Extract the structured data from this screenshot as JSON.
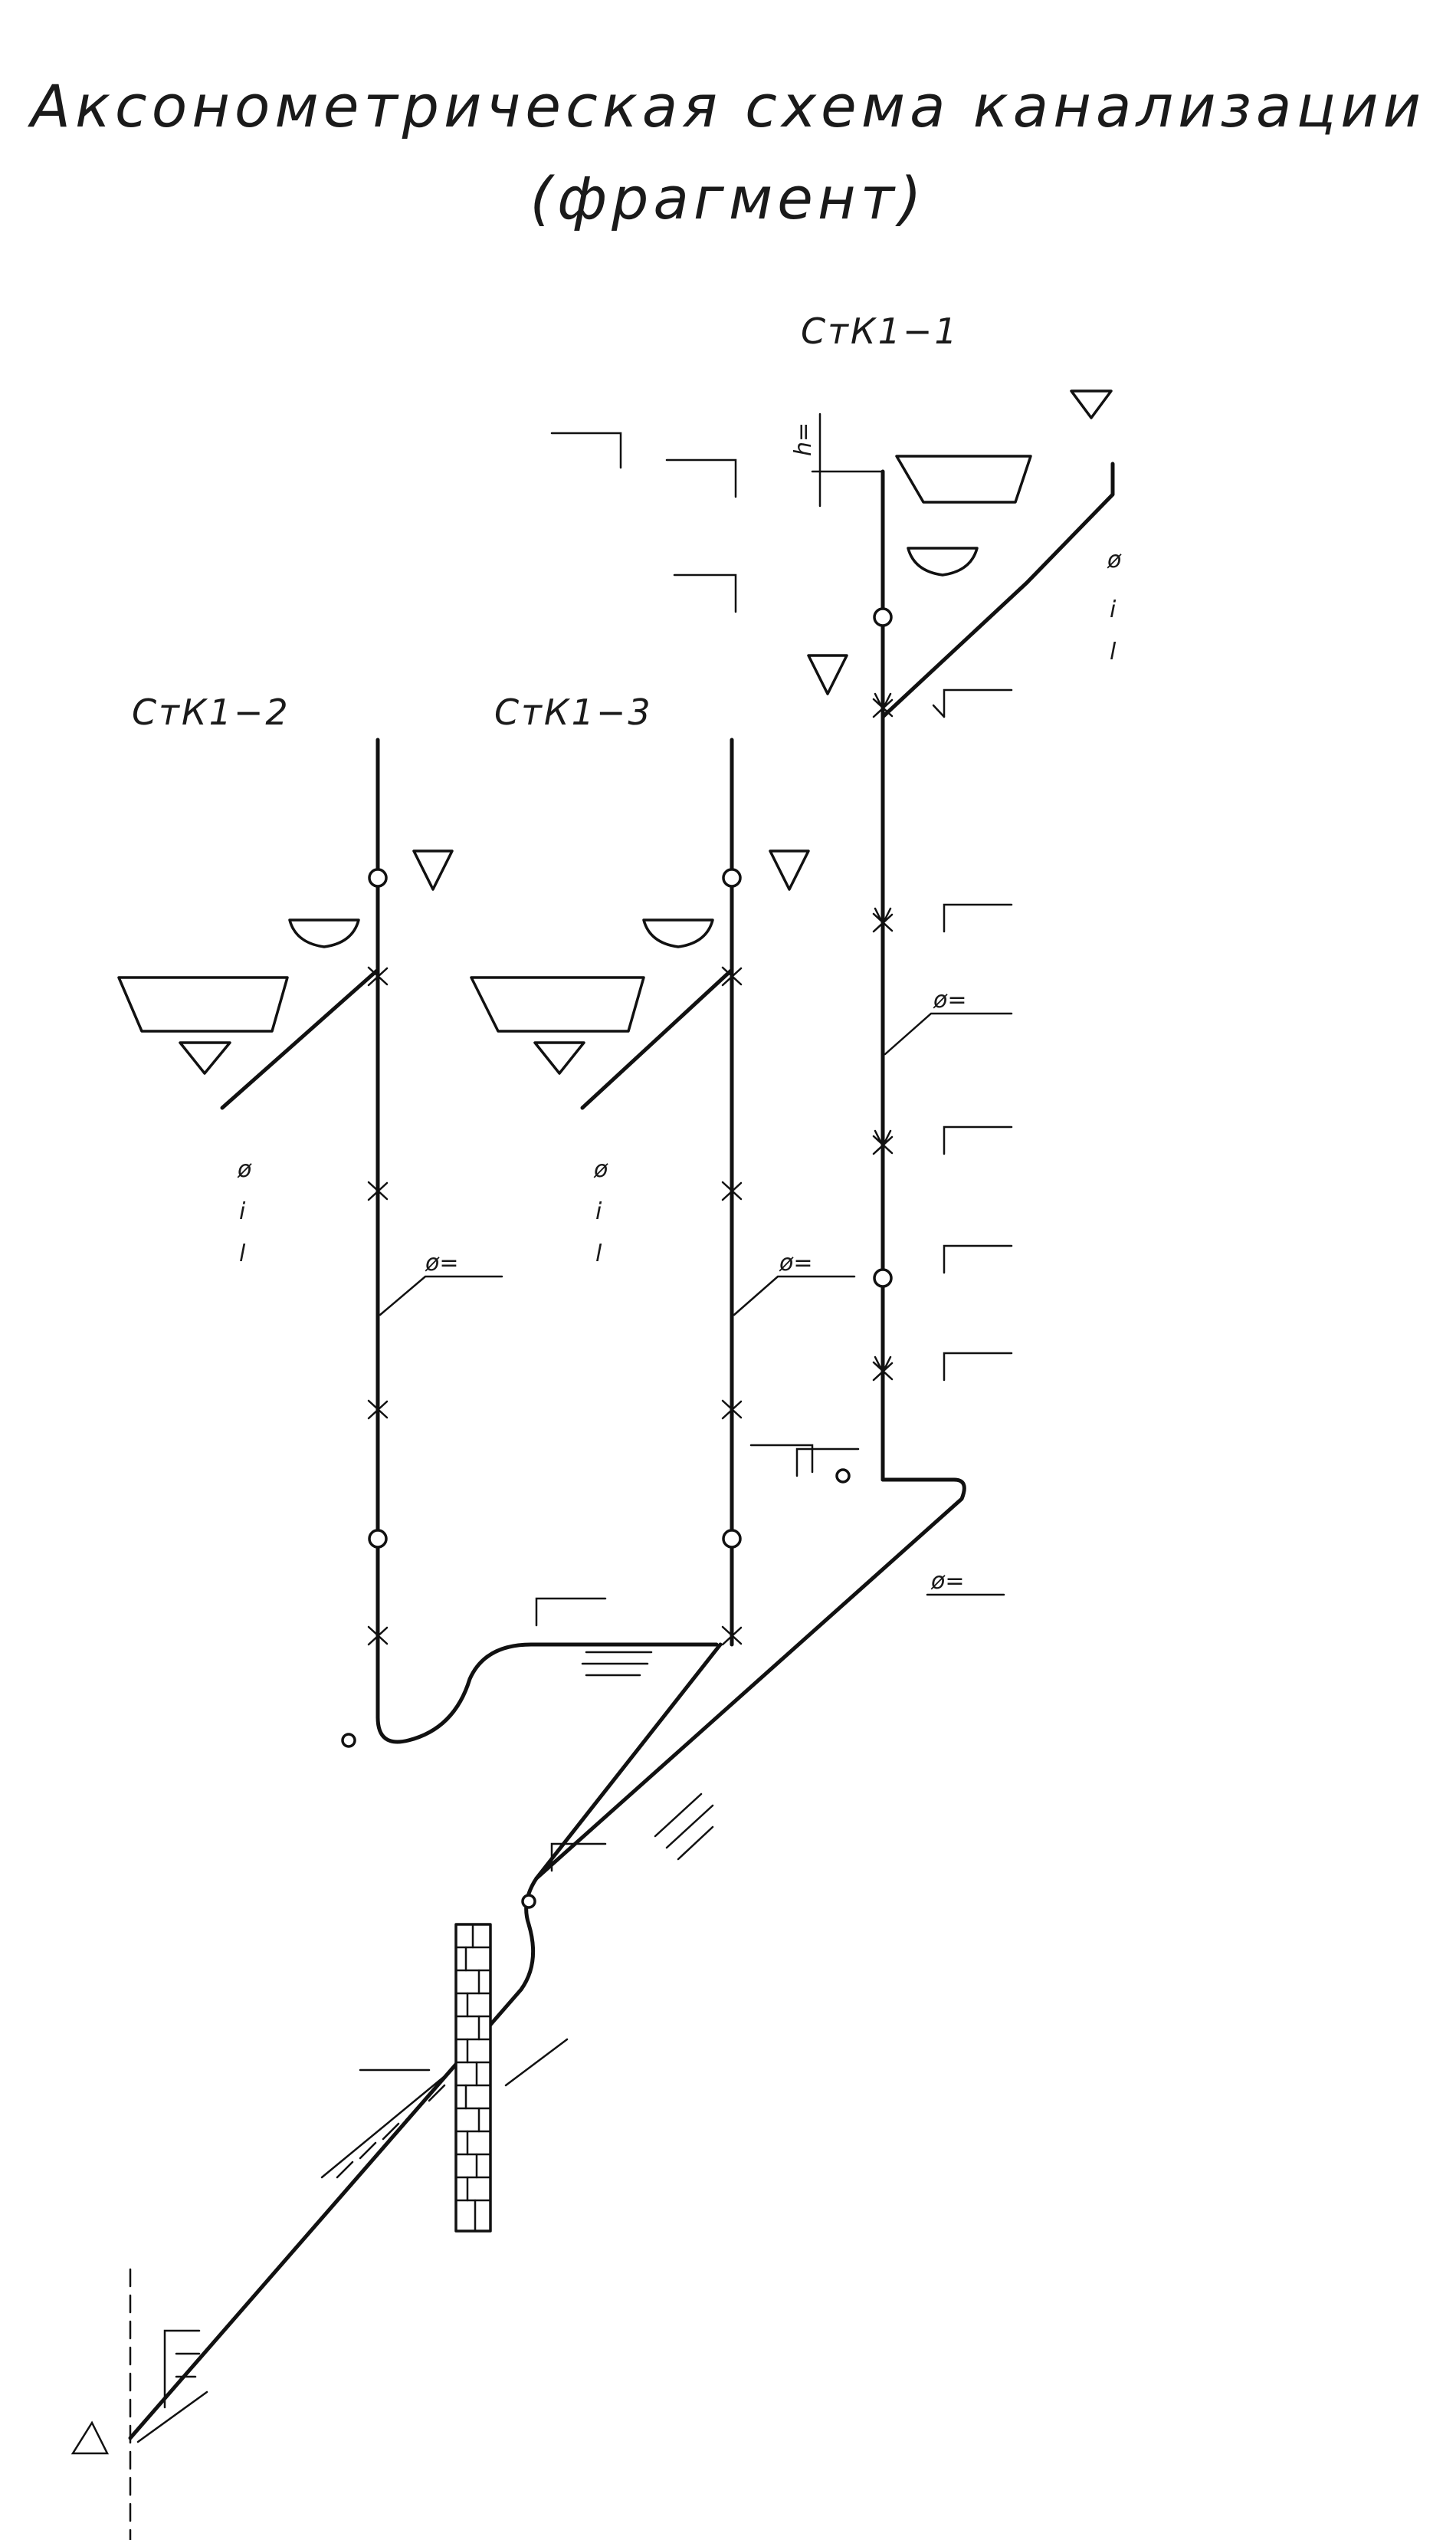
{
  "title": {
    "line1": "Аксонометрическая  схема  канализации",
    "line2": "(фрагмент)"
  },
  "risers": {
    "r1": "СтК1−1",
    "r2": "СтК1−2",
    "r3": "СтК1−3"
  },
  "labels": {
    "diameter": "ø=",
    "height": "h=",
    "phi": "ø",
    "i": "i",
    "l": "l"
  }
}
